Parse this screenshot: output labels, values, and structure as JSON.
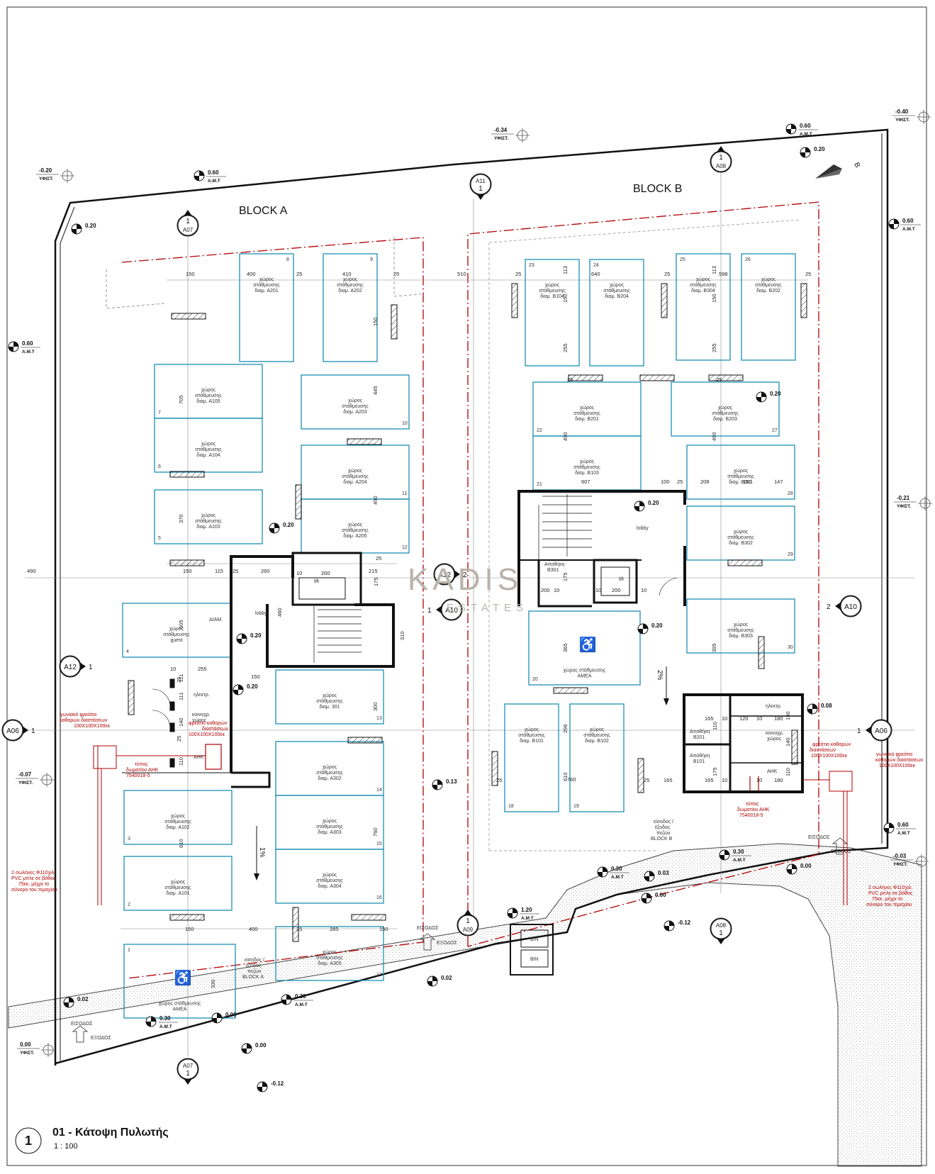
{
  "drawing": {
    "title": "01 - Κάτοψη Πυλωτής",
    "scale": "1 : 100",
    "number": "1",
    "watermark_main": "KADIS",
    "watermark_sub": "ESTATES"
  },
  "blocks": {
    "a": "BLOCK A",
    "b": "BLOCK B"
  },
  "parking": {
    "a201": [
      "χώρος",
      "στάθμευσης",
      "διαμ. Α201"
    ],
    "a202": [
      "χώρος",
      "στάθμευσης",
      "διαμ. Α202"
    ],
    "a105": [
      "χώρος",
      "στάθμευσης",
      "διαμ. Α105"
    ],
    "a104": [
      "χώρος",
      "στάθμευσης",
      "διαμ. Α104"
    ],
    "a103": [
      "χώρος",
      "στάθμευσης",
      "διαμ. Α103"
    ],
    "a203": [
      "χώρος",
      "στάθμευσης",
      "διαμ. Α203"
    ],
    "a204": [
      "χώρος",
      "στάθμευσης",
      "διαμ. Α204"
    ],
    "a205": [
      "χώρος",
      "στάθμευσης",
      "διαμ. Α205"
    ],
    "guest": [
      "χώρος",
      "στάθμευσης",
      "guest"
    ],
    "a301": [
      "χώρος",
      "στάθμευσης",
      "διαμ. 301"
    ],
    "a302": [
      "χώρος",
      "στάθμευσης",
      "διαμ. Α302"
    ],
    "a303": [
      "χώρος",
      "στάθμευσης",
      "διαμ. Α303"
    ],
    "a304": [
      "χώρος",
      "στάθμευσης",
      "διαμ. Α304"
    ],
    "a305": [
      "χώρος",
      "στάθμευσης",
      "διαμ. Α305"
    ],
    "a102": [
      "χώρος",
      "στάθμευσης",
      "διαμ. Α102"
    ],
    "a101": [
      "χώρος",
      "στάθμευσης",
      "διαμ. Α101"
    ],
    "amea_a": [
      "χώρος στάθμευσης",
      "ΑΜΕΑ"
    ],
    "b104": [
      "χώρος",
      "στάθμευσης",
      "διαμ. Β104"
    ],
    "b204": [
      "χώρος",
      "στάθμευσης",
      "διαμ. Β204"
    ],
    "b304": [
      "χώρος",
      "στάθμευσης",
      "διαμ. Β304"
    ],
    "b202": [
      "χώρος",
      "στάθμευσης",
      "διαμ. Β202"
    ],
    "b201": [
      "χώρος",
      "στάθμευσης",
      "διαμ. Β201"
    ],
    "b203": [
      "χώρος",
      "στάθμευσης",
      "διαμ. Β203"
    ],
    "b103": [
      "χώρος",
      "στάθμευσης",
      "διαμ. Β103"
    ],
    "b301": [
      "χώρος",
      "στάθμευσης",
      "διαμ. Β301"
    ],
    "b302": [
      "χώρος",
      "στάθμευσης",
      "διαμ. Β302"
    ],
    "b303": [
      "χώρος",
      "στάθμευσης",
      "διαμ. Β303"
    ],
    "amea_b": [
      "χώρος στάθμευσης",
      "ΑΜΕΑ"
    ],
    "b101": [
      "χώρος",
      "στάθμευσης",
      "διαμ. Β101"
    ],
    "b102": [
      "χώρος",
      "στάθμευσης",
      "διαμ. Β102"
    ]
  },
  "space_numbers": [
    "1",
    "2",
    "3",
    "4",
    "5",
    "6",
    "7",
    "8",
    "9",
    "10",
    "11",
    "12",
    "13",
    "14",
    "15",
    "16",
    "17",
    "18",
    "19",
    "20",
    "21",
    "22",
    "23",
    "24",
    "25",
    "26",
    "27",
    "28",
    "29",
    "30"
  ],
  "rooms": {
    "lobby": "lobby",
    "lift": "lift",
    "elec": "ηλεκτρ.",
    "common": [
      "κοινοχρ.",
      "χώρος"
    ],
    "ahk": "ΑΗΚ",
    "store_b301": [
      "Αποθήκη",
      "Β301"
    ],
    "store_b201": [
      "Αποθήκη",
      "Β201"
    ],
    "store_b101": [
      "Αποθήκη",
      "Β101"
    ],
    "diam": "ΔΙΑΜ."
  },
  "levels": {
    "amt": "Α.Μ.Τ",
    "yfist": "ΥΦΙΣΤ.",
    "values": [
      "0.60",
      "0.20",
      "-0.20",
      "-0.34",
      "-0.40",
      "-0.21",
      "-0.07",
      "0.00",
      "-0.12",
      "0.30",
      "0.03",
      "0.13",
      "1.20",
      "0.02",
      "0.08",
      "-0.03"
    ]
  },
  "section_tags": [
    "A06",
    "A07",
    "A08",
    "A09",
    "A10",
    "A11",
    "A12"
  ],
  "north": "B",
  "annotations": {
    "pit_corner": [
      "γωνιακό φρεάτιο",
      "καθαρών διαστάσεων",
      "100Χ100Χ100εκ"
    ],
    "pit_clean": [
      "φρεάτιο καθαρών",
      "διαστάσεων",
      "100Χ100Χ100εκ"
    ],
    "ahk_type": [
      "τύπος",
      "δωματίου ΑΗΚ",
      "7540018-5"
    ],
    "pipes": [
      "2 σωλήνες Φ110χιλ.",
      "PVC μπλε σε βάθος",
      "75εκ. μέχρι το",
      "σύνορο του τεμαχίου"
    ],
    "entrance": "ΕΙΣΟΔΟΣ",
    "exit": "ΕΞΟΔΟΣ",
    "ped_a": [
      "είσοδος /",
      "έξοδος",
      "πεζών",
      "BLOCK A"
    ],
    "ped_b": [
      "είσοδος /",
      "έξοδος",
      "πεζών",
      "BLOCK B"
    ],
    "bin": "BIN",
    "slope": "1%",
    "slope2": "2%"
  },
  "dims": [
    "150",
    "400",
    "410",
    "25",
    "510",
    "640",
    "598",
    "113",
    "150",
    "255",
    "705",
    "445",
    "490",
    "370",
    "100",
    "147",
    "208",
    "260",
    "215",
    "115",
    "460",
    "310",
    "505",
    "255",
    "10",
    "111",
    "140",
    "110",
    "285",
    "330",
    "610",
    "760",
    "165",
    "120",
    "180",
    "296",
    "365",
    "395",
    "607",
    "200",
    "175",
    "300"
  ],
  "colors": {
    "parking": "#1b8fb5",
    "redline": "#b00000",
    "wall": "#111111"
  }
}
